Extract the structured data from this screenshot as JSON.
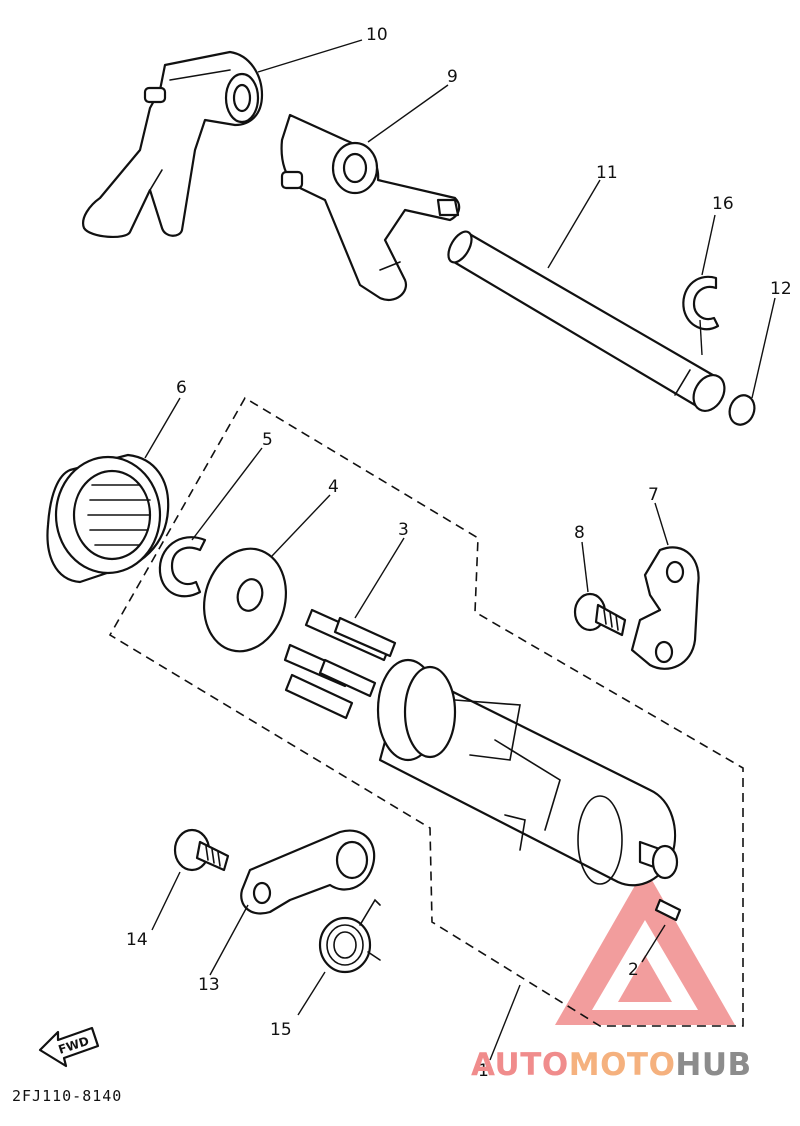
{
  "callouts": [
    {
      "id": "p1",
      "label": "1"
    },
    {
      "id": "p2",
      "label": "2"
    },
    {
      "id": "p3",
      "label": "3"
    },
    {
      "id": "p4",
      "label": "4"
    },
    {
      "id": "p5",
      "label": "5"
    },
    {
      "id": "p6",
      "label": "6"
    },
    {
      "id": "p7",
      "label": "7"
    },
    {
      "id": "p8",
      "label": "8"
    },
    {
      "id": "p9",
      "label": "9"
    },
    {
      "id": "p10",
      "label": "10"
    },
    {
      "id": "p11",
      "label": "11"
    },
    {
      "id": "p12",
      "label": "12"
    },
    {
      "id": "p13",
      "label": "13"
    },
    {
      "id": "p14",
      "label": "14"
    },
    {
      "id": "p15",
      "label": "15"
    },
    {
      "id": "p16",
      "label": "16"
    }
  ],
  "fwd_label": "FWD",
  "diagram_code": "2FJ110-8140",
  "watermark": {
    "part1": "AUTO",
    "part2": "MOTO",
    "part3": "HUB",
    "color_red": "#f08c8c",
    "color_orange": "#f5b17e",
    "color_gray": "#8c8c8c"
  }
}
